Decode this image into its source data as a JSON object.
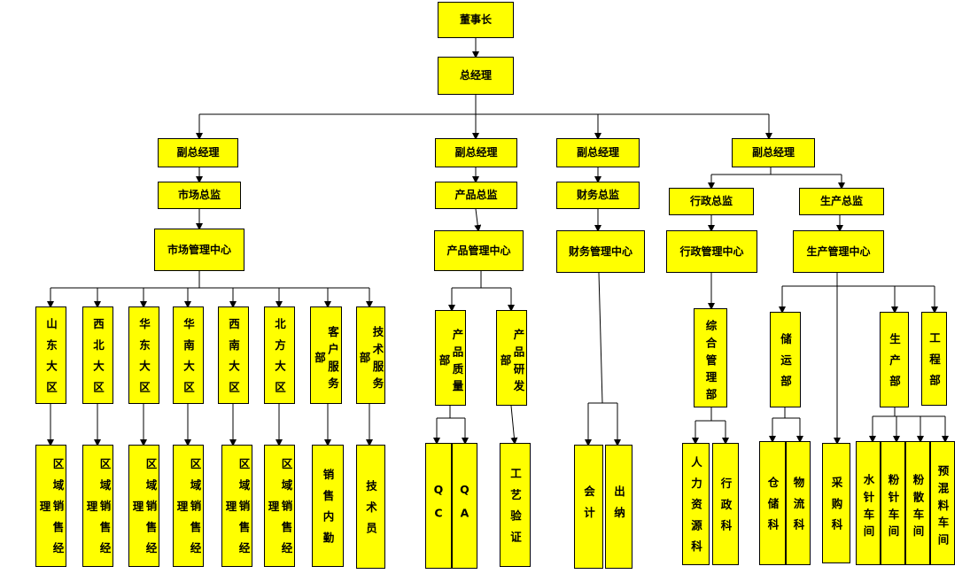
{
  "chairman": "董事长",
  "gm": "总经理",
  "vp": [
    "副总经理",
    "副总经理",
    "副总经理",
    "副总经理"
  ],
  "directors": {
    "market": "市场总监",
    "product": "产品总监",
    "finance": "财务总监",
    "admin": "行政总监",
    "production": "生产总监"
  },
  "centers": {
    "market": "市场管理中心",
    "product": "产品管理中心",
    "finance": "财务管理中心",
    "admin": "行政管理中心",
    "production": "生产管理中心"
  },
  "regions": [
    "山东大区",
    "西北大区",
    "华东大区",
    "华南大区",
    "西南大区",
    "北方大区",
    "客户服务部",
    "技术服务部"
  ],
  "region_staff": [
    "区域销售经理",
    "区域销售经理",
    "区域销售经理",
    "区域销售经理",
    "区域销售经理",
    "区域销售经理",
    "销售内勤",
    "技术员"
  ],
  "product_depts": [
    "产品质量部",
    "产品研发部"
  ],
  "qc": "QC",
  "qa": "QA",
  "process": "工艺验证",
  "finance_staff": [
    "会计",
    "出纳"
  ],
  "admin_dept": "综合管理部",
  "admin_staff": [
    "人力资源科",
    "行政科"
  ],
  "prod_depts": [
    "储运部",
    "生产部",
    "工程部"
  ],
  "storage_staff": [
    "仓储科",
    "物流科"
  ],
  "purchase": "采购科",
  "workshops": [
    "水针车间",
    "粉针车间",
    "粉散车间",
    "预混料车间"
  ]
}
